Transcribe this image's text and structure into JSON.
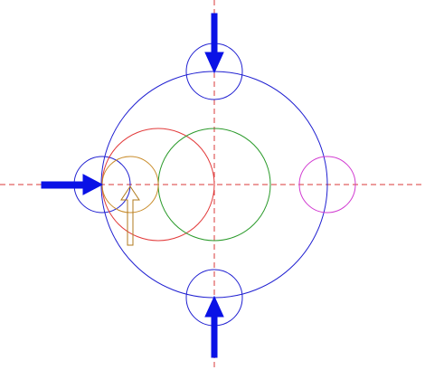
{
  "diagram": {
    "colors": {
      "background": "#ffffff",
      "centerline": "#d93a3a",
      "outer_circle": "#1f1fd1",
      "small_blue": "#1f1fd1",
      "red_circle": "#e23a3a",
      "green_circle": "#2a9a2a",
      "orange_circle": "#c98c2a",
      "magenta_circle": "#d13ad1",
      "blue_arrow": "#0a12e6",
      "hollow_arrow": "#b07a1c"
    },
    "elements": [
      {
        "name": "horizontal-centerline",
        "kind": "centerline-h",
        "color": "centerline"
      },
      {
        "name": "vertical-centerline",
        "kind": "centerline-v",
        "color": "centerline"
      },
      {
        "name": "outer-blue-circle",
        "kind": "circle",
        "color": "outer_circle"
      },
      {
        "name": "top-small-blue-circle",
        "kind": "circle",
        "color": "small_blue"
      },
      {
        "name": "bottom-small-blue-circle",
        "kind": "circle",
        "color": "small_blue"
      },
      {
        "name": "left-small-blue-circle",
        "kind": "circle",
        "color": "small_blue"
      },
      {
        "name": "red-circle",
        "kind": "circle",
        "color": "red_circle"
      },
      {
        "name": "green-circle",
        "kind": "circle",
        "color": "green_circle"
      },
      {
        "name": "orange-circle",
        "kind": "circle",
        "color": "orange_circle"
      },
      {
        "name": "magenta-circle",
        "kind": "circle",
        "color": "magenta_circle"
      },
      {
        "name": "top-arrow",
        "kind": "arrow",
        "color": "blue_arrow"
      },
      {
        "name": "bottom-arrow",
        "kind": "arrow",
        "color": "blue_arrow"
      },
      {
        "name": "left-arrow",
        "kind": "arrow",
        "color": "blue_arrow"
      },
      {
        "name": "hollow-arrow",
        "kind": "hollow-arrow",
        "color": "hollow_arrow"
      }
    ]
  }
}
